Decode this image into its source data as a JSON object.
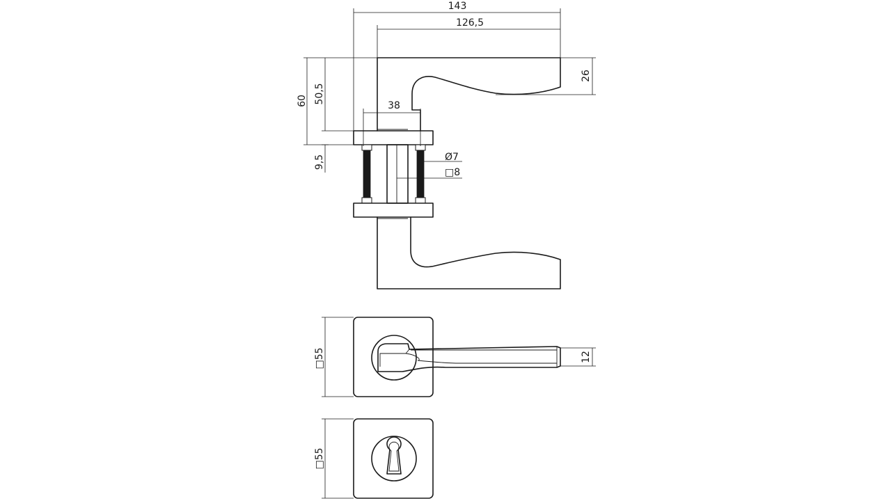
{
  "dimensions": {
    "overall_length": "143",
    "lever_length": "126,5",
    "lever_height": "26",
    "total_height": "60",
    "height_above_rose": "50,5",
    "rose_thickness": "9,5",
    "neck_width": "38",
    "screw_diameter": "Ø7",
    "spindle_square": "□8",
    "rose_size_front": "□55",
    "lever_width": "12",
    "rose_size_key": "□55"
  },
  "colors": {
    "line": "#1a1a1a",
    "background": "#ffffff"
  }
}
